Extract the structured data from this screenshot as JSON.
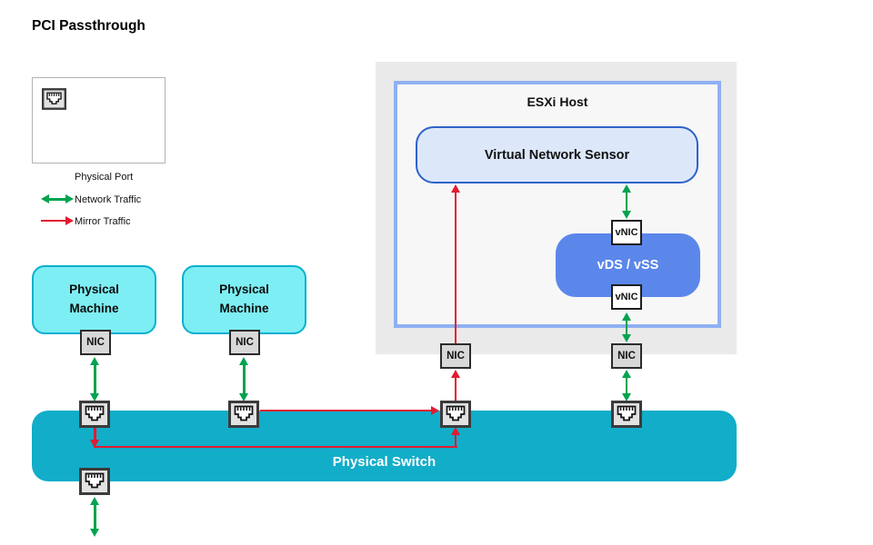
{
  "title": "PCI Passthrough",
  "legend": {
    "physical_port": "Physical Port",
    "network_traffic": "Network Traffic",
    "mirror_traffic": "Mirror Traffic"
  },
  "esxi": {
    "title": "ESXi Host",
    "sensor": "Virtual Network Sensor",
    "virtual_switch": "vDS / vSS"
  },
  "machines": [
    {
      "line1": "Physical",
      "line2": "Machine"
    },
    {
      "line1": "Physical",
      "line2": "Machine"
    }
  ],
  "physical_switch": "Physical Switch",
  "labels": {
    "nic": "NIC",
    "vnic": "vNIC"
  },
  "colors": {
    "network-traffic": "#00a350",
    "mirror-traffic": "#e11b32",
    "switch-fill": "#12adc9",
    "machine-fill": "#7deef3",
    "machine-border": "#0ab0cf",
    "sensor-fill": "#dce8fa",
    "sensor-border": "#2e62c9",
    "vds-fill": "#5b87ea",
    "esxi-outer": "#eaeaea",
    "esxi-inner": "#f7f7f7",
    "esxi-border": "#8fb0f2",
    "nic-fill": "#d8d8d8",
    "box-border": "#2b2b2b"
  }
}
